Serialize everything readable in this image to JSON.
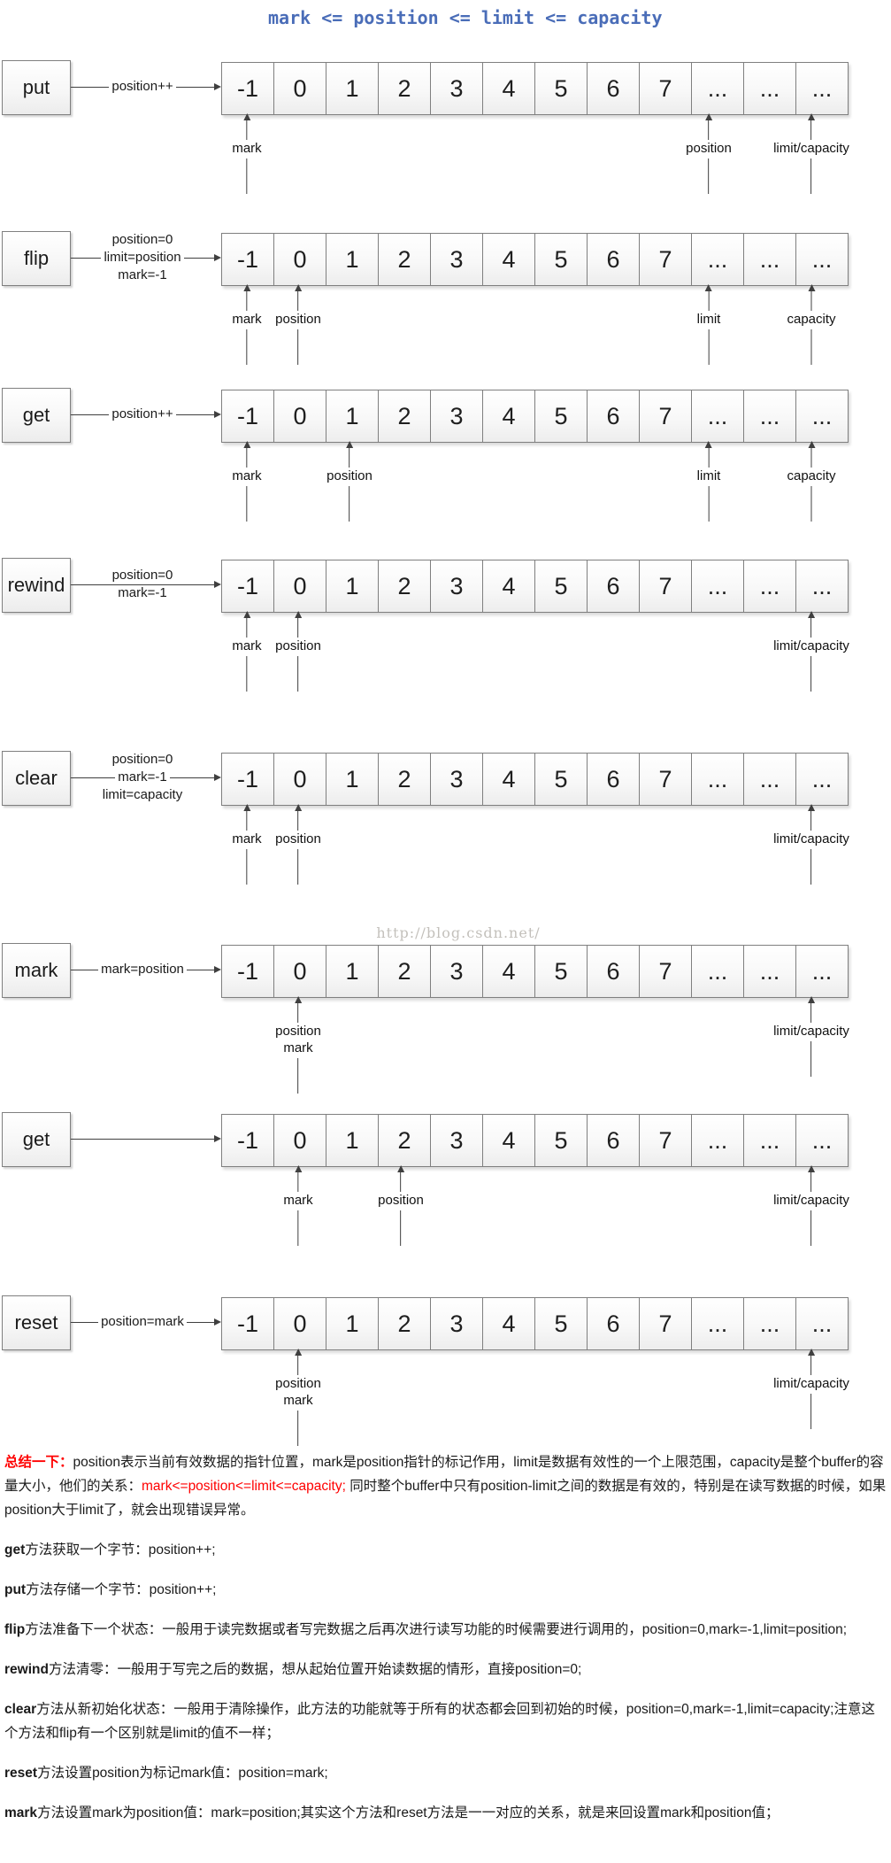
{
  "title": "mark <= position <= limit <= capacity",
  "watermark": "http://blog.csdn.net/",
  "colors": {
    "title_blue": "#4a6db8",
    "accent_red": "#ff0000",
    "border_gray": "#7f7f7f",
    "arrow_gray": "#3f3f3f"
  },
  "buffer_cells": [
    "-1",
    "0",
    "1",
    "2",
    "3",
    "4",
    "5",
    "6",
    "7",
    "...",
    "...",
    "..."
  ],
  "rows": [
    {
      "method": "put",
      "arrow_labels": [
        "position++"
      ],
      "pointers": [
        {
          "cell": 0,
          "labels": [
            "mark"
          ]
        },
        {
          "cell": 9,
          "labels": [
            "position"
          ]
        },
        {
          "cell": 11,
          "labels": [
            "limit/capacity"
          ]
        }
      ]
    },
    {
      "method": "flip",
      "arrow_labels": [
        "position=0",
        "limit=position",
        "mark=-1"
      ],
      "pointers": [
        {
          "cell": 0,
          "labels": [
            "mark"
          ]
        },
        {
          "cell": 1,
          "labels": [
            "position"
          ]
        },
        {
          "cell": 9,
          "labels": [
            "limit"
          ]
        },
        {
          "cell": 11,
          "labels": [
            "capacity"
          ]
        }
      ]
    },
    {
      "method": "get",
      "arrow_labels": [
        "position++"
      ],
      "pointers": [
        {
          "cell": 0,
          "labels": [
            "mark"
          ]
        },
        {
          "cell": 2,
          "labels": [
            "position"
          ]
        },
        {
          "cell": 9,
          "labels": [
            "limit"
          ]
        },
        {
          "cell": 11,
          "labels": [
            "capacity"
          ]
        }
      ]
    },
    {
      "method": "rewind",
      "arrow_labels": [
        "position=0",
        "mark=-1"
      ],
      "pointers": [
        {
          "cell": 0,
          "labels": [
            "mark"
          ]
        },
        {
          "cell": 1,
          "labels": [
            "position"
          ]
        },
        {
          "cell": 11,
          "labels": [
            "limit/capacity"
          ]
        }
      ]
    },
    {
      "method": "clear",
      "arrow_labels": [
        "position=0",
        "mark=-1",
        "limit=capacity"
      ],
      "pointers": [
        {
          "cell": 0,
          "labels": [
            "mark"
          ]
        },
        {
          "cell": 1,
          "labels": [
            "position"
          ]
        },
        {
          "cell": 11,
          "labels": [
            "limit/capacity"
          ]
        }
      ]
    },
    {
      "method": "mark",
      "arrow_labels": [
        "mark=position"
      ],
      "pointers": [
        {
          "cell": 1,
          "labels": [
            "position",
            "mark"
          ]
        },
        {
          "cell": 11,
          "labels": [
            "limit/capacity"
          ]
        }
      ]
    },
    {
      "method": "get",
      "arrow_labels": [],
      "pointers": [
        {
          "cell": 1,
          "labels": [
            "mark"
          ]
        },
        {
          "cell": 3,
          "labels": [
            "position"
          ]
        },
        {
          "cell": 11,
          "labels": [
            "limit/capacity"
          ]
        }
      ]
    },
    {
      "method": "reset",
      "arrow_labels": [
        "position=mark"
      ],
      "pointers": [
        {
          "cell": 1,
          "labels": [
            "position",
            "mark"
          ]
        },
        {
          "cell": 11,
          "labels": [
            "limit/capacity"
          ]
        }
      ]
    }
  ],
  "summary": {
    "paragraphs": [
      {
        "lead": "总结一下：",
        "lead_style": "red-bold",
        "segments": [
          {
            "text": "position表示当前有效数据的指针位置，mark是position指针的标记作用，limit是数据有效性的一个上限范围，capacity是整个buffer的容量大小，他们的关系：",
            "style": "normal"
          },
          {
            "text": "mark<=position<=limit<=capacity;",
            "style": "red"
          },
          {
            "text": " 同时整个buffer中只有position-limit之间的数据是有效的，特别是在读写数据的时候，如果position大于limit了，就会出现错误异常。",
            "style": "normal"
          }
        ]
      },
      {
        "lead": "get",
        "lead_style": "bold",
        "segments": [
          {
            "text": "方法获取一个字节：position++;",
            "style": "normal"
          }
        ]
      },
      {
        "lead": "put",
        "lead_style": "bold",
        "segments": [
          {
            "text": "方法存储一个字节：position++;",
            "style": "normal"
          }
        ]
      },
      {
        "lead": "flip",
        "lead_style": "bold",
        "segments": [
          {
            "text": "方法准备下一个状态：一般用于读完数据或者写完数据之后再次进行读写功能的时候需要进行调用的，position=0,mark=-1,limit=position;",
            "style": "normal"
          }
        ]
      },
      {
        "lead": "rewind",
        "lead_style": "bold",
        "segments": [
          {
            "text": "方法清零：一般用于写完之后的数据，想从起始位置开始读数据的情形，直接position=0;",
            "style": "normal"
          }
        ]
      },
      {
        "lead": "clear",
        "lead_style": "bold",
        "segments": [
          {
            "text": "方法从新初始化状态：一般用于清除操作，此方法的功能就等于所有的状态都会回到初始的时候，position=0,mark=-1,limit=capacity;注意这个方法和flip有一个区别就是limit的值不一样；",
            "style": "normal"
          }
        ]
      },
      {
        "lead": "reset",
        "lead_style": "bold",
        "segments": [
          {
            "text": "方法设置position为标记mark值：position=mark;",
            "style": "normal"
          }
        ]
      },
      {
        "lead": "mark",
        "lead_style": "bold",
        "segments": [
          {
            "text": "方法设置mark为position值：mark=position;其实这个方法和reset方法是一一对应的关系，就是来回设置mark和position值；",
            "style": "normal"
          }
        ]
      }
    ]
  }
}
